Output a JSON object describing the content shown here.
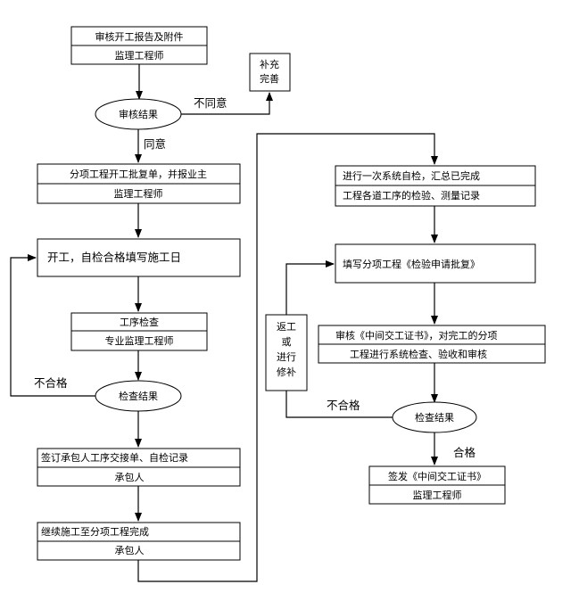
{
  "left_column": {
    "review_report": {
      "title": "审核开工报告及附件",
      "role": "监理工程师"
    },
    "supplement": {
      "line1": "补充",
      "line2": "完善"
    },
    "review_result": "审核结果",
    "disagree": "不同意",
    "agree": "同意",
    "subproject_report": {
      "title": "分项工程开工批复单，并报业主",
      "role": "监理工程师"
    },
    "start_work": "开工，自检合格填写施工日",
    "process_check": {
      "title": "工序检查",
      "role": "专业监理工程师"
    },
    "check_result": "检查结果",
    "unqualified": "不合格",
    "sign_handover": {
      "title": "签订承包人工序交接单、自检记录",
      "role": "承包人"
    },
    "continue_construction": {
      "title": "继续施工至分项工程完成",
      "role": "承包人"
    }
  },
  "right_column": {
    "self_check": {
      "title": "进行一次系统自检，汇总已完成",
      "detail": "工程各道工序的检验、测量记录"
    },
    "fill_application": "填写分项工程《检验申请批复》",
    "rework": {
      "line1": "返工",
      "line2": "或",
      "line3": "进行",
      "line4": "修补"
    },
    "review_certificate": {
      "title": "审核《中间交工证书》，对完工的分项",
      "detail": "工程进行系统检查、验收和审核"
    },
    "check_result": "检查结果",
    "unqualified": "不合格",
    "qualified": "合格",
    "issue_certificate": {
      "title": "签发《中间交工证书》",
      "role": "监理工程师"
    }
  }
}
